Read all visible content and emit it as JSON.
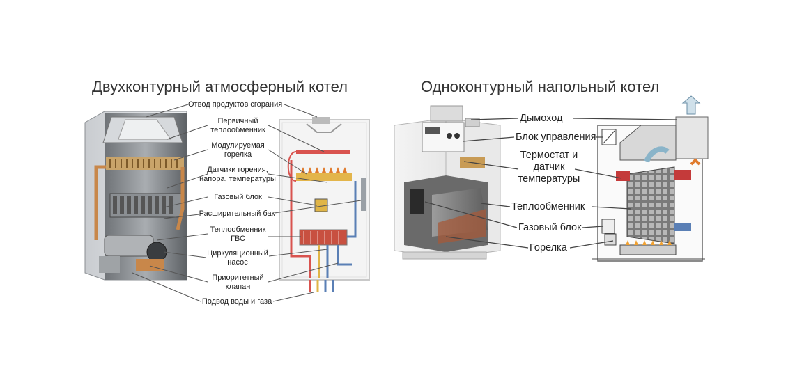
{
  "left_panel": {
    "title": "Двухконтурный атмосферный котел",
    "labels": {
      "flue": "Отвод продуктов сгорания",
      "primary_hx_1": "Первичный",
      "primary_hx_2": "теплообменник",
      "mod_burner_1": "Модулируемая",
      "mod_burner_2": "горелка",
      "sensors_1": "Датчики горения,",
      "sensors_2": "напора, температуры",
      "gas_block": "Газовый блок",
      "exp_tank": "Расширительный бак",
      "dhw_hx_1": "Теплообменник",
      "dhw_hx_2": "ГВС",
      "pump_1": "Циркуляционный",
      "pump_2": "насос",
      "priority_1": "Приоритетный",
      "priority_2": "клапан",
      "supply": "Подвод воды и газа"
    }
  },
  "right_panel": {
    "title": "Одноконтурный напольный котел",
    "labels": {
      "chimney": "Дымоход",
      "control": "Блок управления",
      "thermo_1": "Термостат и",
      "thermo_2": "датчик",
      "thermo_3": "температуры",
      "hx": "Теплообменник",
      "gas_block": "Газовый блок",
      "burner": "Горелка"
    }
  }
}
